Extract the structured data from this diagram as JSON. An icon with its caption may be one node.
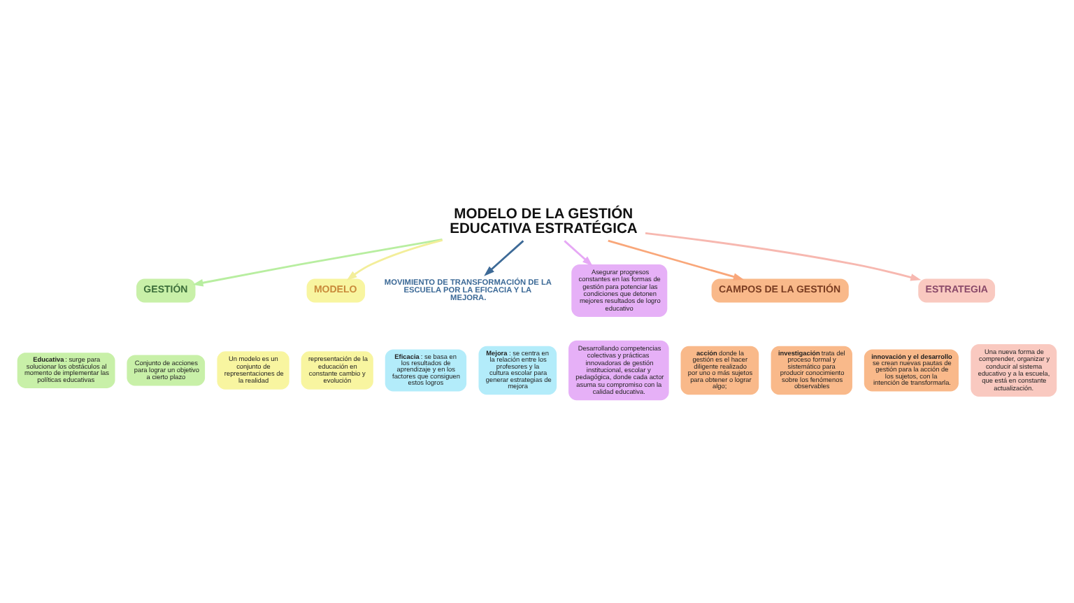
{
  "diagram": {
    "nodes": [
      {
        "text": [
          "MODELO DE LA GESTIÓN EDUCATIVA ESTRATÉGICA"
        ]
      },
      {
        "text": [
          "GESTIÓN"
        ]
      },
      {
        "text": [
          "**Educativa**: surge para solucionar los obstáculos al momento de implementar las políticas educativas"
        ]
      },
      {
        "text": [
          "Conjunto de acciones para lograr un objetivo a cierto plazo"
        ]
      },
      {
        "text": [
          "MODELO"
        ]
      },
      {
        "text": [
          "Un modelo es un conjunto de representaciones de la realidad"
        ]
      },
      {
        "text": [
          "representación de la educación en constante cambio y evolución"
        ]
      },
      {
        "text": [
          "MOVIMIENTO DE TRANSFORMACIÓN DE LA ESCUELA POR LA EFICACIA Y LA MEJORA."
        ]
      },
      {
        "text": [
          "**Eficacia**: se basa en los resultados de aprendizaje y en los factores que consiguen estos logros"
        ]
      },
      {
        "text": [
          "**Mejora**: se centra en la relación entre los profesores y la cultura escolar para generar estrategias de mejora"
        ]
      },
      {
        "text": [
          "Asegurar progresos constantes en las formas de gestión para potenciar las condiciones que detonen mejores resultados de logro educativo"
        ]
      },
      {
        "text": [
          "Desarrollando competencias colectivas y prácticas innovadoras de gestión institucional, escolar y pedagógica, donde cada actor asuma su compromiso con la calidad educativa."
        ]
      },
      {
        "text": [
          "CAMPOS DE LA GESTIÓN"
        ]
      },
      {
        "text": [
          "**acción** donde la gestión es el hacer diligente realizado por uno o más sujetos para obtener o lograr algo;"
        ]
      },
      {
        "text": [
          "**investigación** trata del proceso formal y sistemático para producir conocimiento sobre los fenómenos observables"
        ]
      },
      {
        "text": [
          "**innovación y el desarrollo** se crean nuevas pautas de gestión para la acción de los sujetos, con la intención de transformarla."
        ]
      },
      {
        "text": [
          "ESTRATEGIA"
        ]
      },
      {
        "text": [
          "Una nueva forma de comprender, organizar y conducir al sistema educativo y a la escuela, que está en constante actualización."
        ]
      }
    ],
    "edges": [
      {
        "from": 0,
        "to": 1,
        "arrow": "to",
        "color": "#b8eea0"
      },
      {
        "from": 0,
        "to": 4,
        "arrow": "to",
        "color": "#f3ee9a"
      },
      {
        "from": 0,
        "to": 7,
        "arrow": "to",
        "color": "#3d6a97"
      },
      {
        "from": 0,
        "to": 10,
        "arrow": "to",
        "color": "#e6a8f5"
      },
      {
        "from": 0,
        "to": 12,
        "arrow": "to",
        "color": "#f9a77a"
      },
      {
        "from": 0,
        "to": 16,
        "arrow": "to",
        "color": "#f7b8b0"
      }
    ]
  }
}
